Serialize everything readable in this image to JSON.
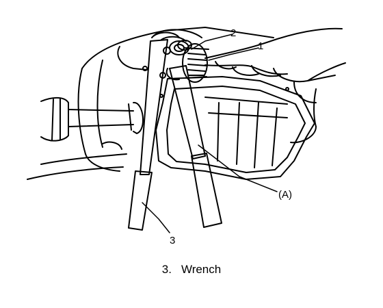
{
  "diagram": {
    "callouts": {
      "c1": "1",
      "c2": "2",
      "c3": "3",
      "cA": "(A)"
    },
    "caption": {
      "number": "3.",
      "text": "Wrench"
    },
    "colors": {
      "line": "#000000",
      "background": "#ffffff"
    }
  }
}
